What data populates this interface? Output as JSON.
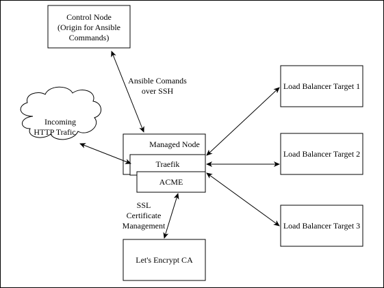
{
  "nodes": {
    "control_node": {
      "lines": [
        "Control Node",
        "(Origin for Ansible",
        "Commands)"
      ]
    },
    "http_cloud": {
      "lines": [
        "Incoming",
        "HTTP Trafic"
      ]
    },
    "managed_node": {
      "label": "Managed Node"
    },
    "traefik": {
      "label": "Traefik"
    },
    "acme": {
      "label": "ACME"
    },
    "lets_encrypt": {
      "label": "Let's Encrypt CA"
    },
    "lb_target_1": {
      "label": "Load Balancer Target 1"
    },
    "lb_target_2": {
      "label": "Load Balancer Target 2"
    },
    "lb_target_3": {
      "label": "Load Balancer Target 3"
    }
  },
  "edge_labels": {
    "ansible": [
      "Ansible Comands",
      "over SSH"
    ],
    "ssl": [
      "SSL",
      "Certificate",
      "Management"
    ]
  }
}
